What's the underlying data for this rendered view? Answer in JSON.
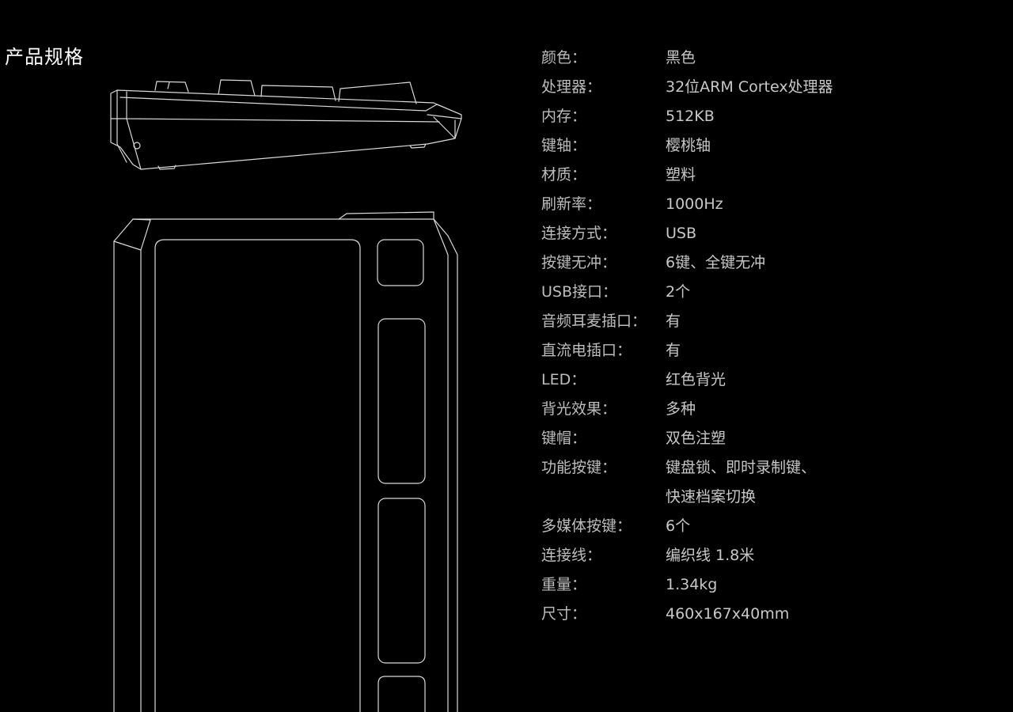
{
  "section_title": "产品规格",
  "specs": [
    {
      "label": "颜色：",
      "value": [
        "黑色"
      ]
    },
    {
      "label": "处理器：",
      "value": [
        "32位ARM Cortex处理器"
      ]
    },
    {
      "label": "内存：",
      "value": [
        "512KB"
      ]
    },
    {
      "label": "键轴：",
      "value": [
        "樱桃轴"
      ]
    },
    {
      "label": "材质：",
      "value": [
        "塑料"
      ]
    },
    {
      "label": "刷新率：",
      "value": [
        "1000Hz"
      ]
    },
    {
      "label": "连接方式：",
      "value": [
        "USB"
      ]
    },
    {
      "label": "按键无冲：",
      "value": [
        "6键、全键无冲"
      ]
    },
    {
      "label": "USB接口：",
      "value": [
        "2个"
      ]
    },
    {
      "label": "音频耳麦插口：",
      "value": [
        "有"
      ]
    },
    {
      "label": "直流电插口：",
      "value": [
        "有"
      ]
    },
    {
      "label": "LED：",
      "value": [
        "红色背光"
      ]
    },
    {
      "label": "背光效果：",
      "value": [
        "多种"
      ]
    },
    {
      "label": "键帽：",
      "value": [
        "双色注塑"
      ]
    },
    {
      "label": "功能按键：",
      "value": [
        "键盘锁、即时录制键、",
        "快速档案切换"
      ]
    },
    {
      "label": "多媒体按键：",
      "value": [
        "6个"
      ]
    },
    {
      "label": "连接线：",
      "value": [
        "编织线 1.8米"
      ]
    },
    {
      "label": "重量：",
      "value": [
        "1.34kg"
      ]
    },
    {
      "label": "尺寸：",
      "value": [
        "460x167x40mm"
      ]
    }
  ],
  "colors": {
    "background": "#000000",
    "line_art": "#d9d9d9",
    "title": "#ffffff",
    "text": "#c8c8c8"
  },
  "icons": {
    "keyboard_side_view": "keyboard-side-view-drawing",
    "keyboard_top_view": "keyboard-top-view-drawing"
  }
}
